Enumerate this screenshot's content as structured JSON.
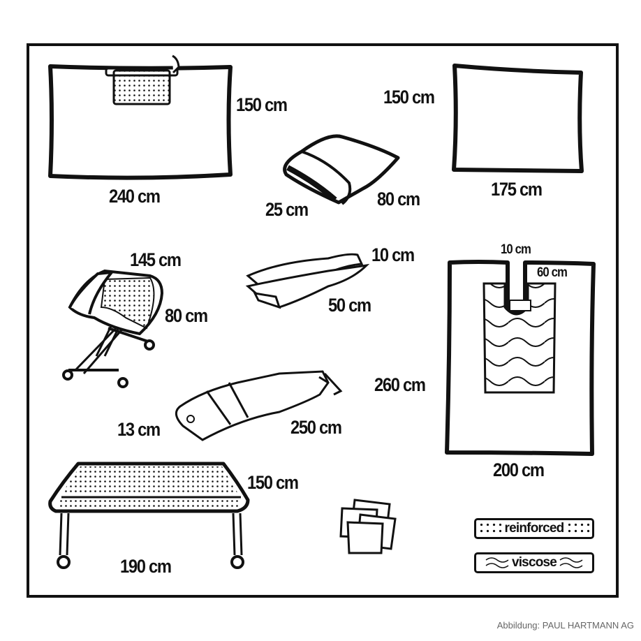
{
  "items": [
    {
      "name": "instrument-table-drape-with-pocket",
      "dims": [
        "150 cm",
        "240 cm"
      ]
    },
    {
      "name": "mayo-stand-cover-folded",
      "dims": [
        "25 cm",
        "80 cm"
      ]
    },
    {
      "name": "square-drape",
      "dims": [
        "150 cm",
        "175 cm"
      ]
    },
    {
      "name": "mayo-stand-cover",
      "dims": [
        "145 cm",
        "80 cm"
      ]
    },
    {
      "name": "adhesive-tape-strips",
      "dims": [
        "10 cm",
        "50 cm"
      ]
    },
    {
      "name": "u-drape-with-viscose",
      "dims": [
        "10 cm",
        "60 cm",
        "260 cm",
        "200 cm"
      ]
    },
    {
      "name": "leg-cover",
      "dims": [
        "13 cm",
        "250 cm"
      ]
    },
    {
      "name": "back-table-cover",
      "dims": [
        "150 cm",
        "190 cm"
      ]
    },
    {
      "name": "absorbent-towels",
      "dims": []
    }
  ],
  "labels": {
    "drape1_height": "150 cm",
    "drape1_width": "240 cm",
    "pillow_width": "25 cm",
    "pillow_length": "80 cm",
    "square_height": "150 cm",
    "square_width": "175 cm",
    "mayo_length": "145 cm",
    "mayo_width": "80 cm",
    "tape_width": "10 cm",
    "tape_length": "50 cm",
    "udrape_slit_width": "10 cm",
    "udrape_slit_length": "60 cm",
    "udrape_height": "260 cm",
    "udrape_width": "200 cm",
    "leg_width": "13 cm",
    "leg_length": "250 cm",
    "table_width": "150 cm",
    "table_length": "190 cm"
  },
  "legend": [
    {
      "label": "reinforced",
      "pattern": "dots"
    },
    {
      "label": "viscose",
      "pattern": "waves"
    }
  ],
  "credit": "Abbildung: PAUL HARTMANN AG",
  "colors": {
    "ink": "#111111",
    "background": "#ffffff",
    "credit": "#666666"
  }
}
